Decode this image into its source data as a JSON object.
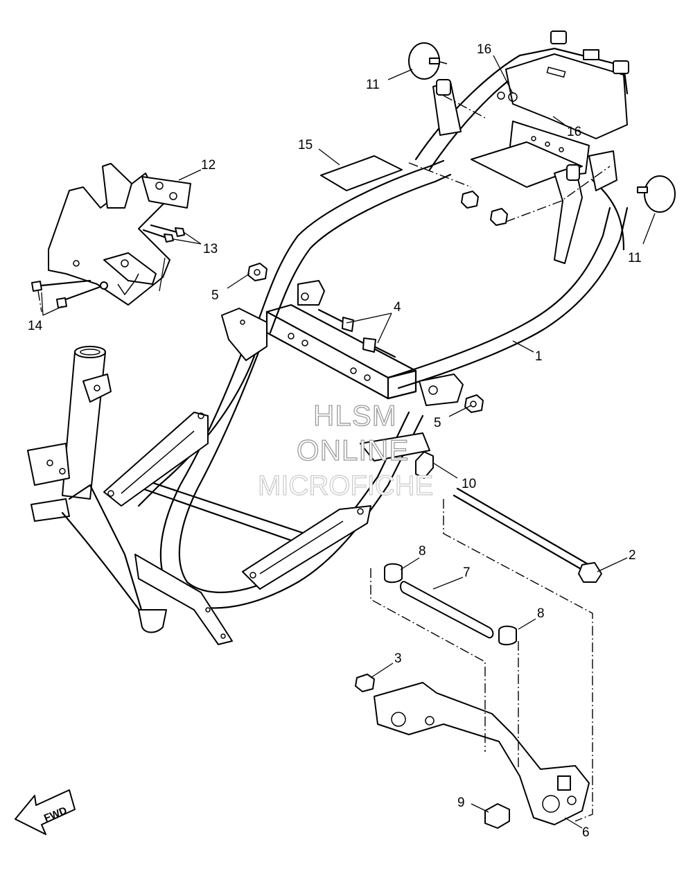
{
  "diagram": {
    "callouts": [
      {
        "id": "c1",
        "label": "1"
      },
      {
        "id": "c2",
        "label": "2"
      },
      {
        "id": "c3",
        "label": "3"
      },
      {
        "id": "c4",
        "label": "4"
      },
      {
        "id": "c5a",
        "label": "5"
      },
      {
        "id": "c5b",
        "label": "5"
      },
      {
        "id": "c6",
        "label": "6"
      },
      {
        "id": "c7",
        "label": "7"
      },
      {
        "id": "c8a",
        "label": "8"
      },
      {
        "id": "c8b",
        "label": "8"
      },
      {
        "id": "c9",
        "label": "9"
      },
      {
        "id": "c10",
        "label": "10"
      },
      {
        "id": "c11a",
        "label": "11"
      },
      {
        "id": "c11b",
        "label": "11"
      },
      {
        "id": "c12",
        "label": "12"
      },
      {
        "id": "c13",
        "label": "13"
      },
      {
        "id": "c14",
        "label": "14"
      },
      {
        "id": "c15",
        "label": "15"
      },
      {
        "id": "c16a",
        "label": "16"
      },
      {
        "id": "c16b",
        "label": "16"
      }
    ],
    "fwd_arrow_label": "FWD",
    "watermark": {
      "line1": "HLSM",
      "line2": "ONLINE",
      "line3": "MICROFICHE"
    }
  }
}
